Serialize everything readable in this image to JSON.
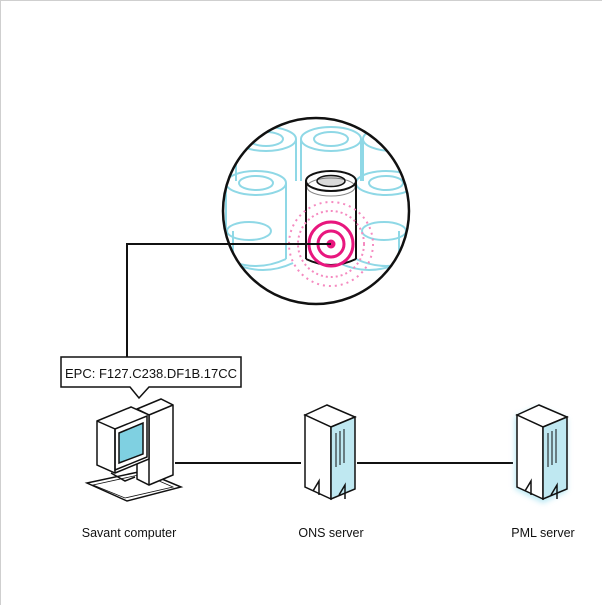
{
  "diagram": {
    "epc_callout": {
      "text": "EPC: F127.C238.DF1B.17CC"
    },
    "nodes": [
      {
        "id": "savant",
        "label": "Savant computer",
        "icon": "desktop-computer-icon"
      },
      {
        "id": "ons",
        "label": "ONS server",
        "icon": "tower-server-icon"
      },
      {
        "id": "pml",
        "label": "PML server",
        "icon": "tower-server-icon"
      }
    ],
    "tag_magnifier": {
      "icon": "rfid-tagged-can-icon"
    },
    "colors": {
      "line": "#111111",
      "cyan": "#8fd8e6",
      "cyan_dark": "#3aaecb",
      "magenta": "#e8177e",
      "magenta_light": "#f58ac0",
      "server_fill": "#bfe8f1",
      "pml_glow": "#7fd5ea"
    }
  }
}
